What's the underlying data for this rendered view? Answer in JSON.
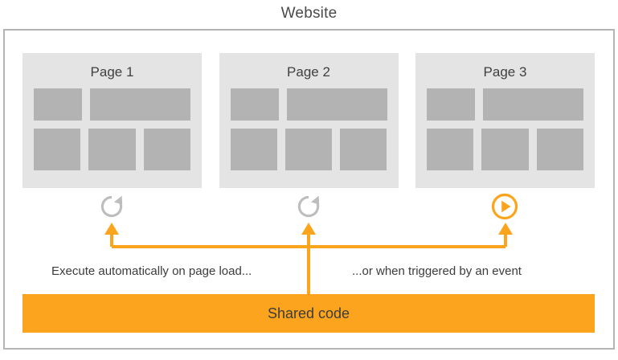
{
  "title": "Website",
  "pages": [
    {
      "label": "Page 1",
      "trigger_icon": "refresh-icon"
    },
    {
      "label": "Page 2",
      "trigger_icon": "refresh-icon"
    },
    {
      "label": "Page 3",
      "trigger_icon": "play-circle-icon"
    }
  ],
  "captions": {
    "left": "Execute automatically on page load...",
    "right": "...or when triggered by an event"
  },
  "shared_code": {
    "label": "Shared code"
  },
  "colors": {
    "accent_orange": "#fca41e",
    "card_background": "#e4e4e4",
    "placeholder_block": "#b3b3b3",
    "frame_border": "#b4b4b4",
    "text_dark": "#3c3c3c",
    "icon_gray": "#bdbdbd"
  }
}
